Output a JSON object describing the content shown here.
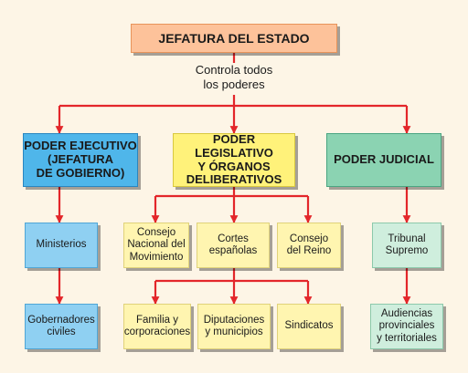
{
  "root": {
    "label": "JEFATURA DEL ESTADO"
  },
  "control_text": "Controla todos\nlos poderes",
  "branches": {
    "executive": {
      "label": "PODER EJECUTIVO\n(JEFATURA\nDE GOBIERNO)"
    },
    "legislative": {
      "label": "PODER LEGISLATIVO\nY ÓRGANOS\nDELIBERATIVOS"
    },
    "judicial": {
      "label": "PODER JUDICIAL"
    }
  },
  "executive_children": {
    "ministerios": "Ministerios",
    "gobernadores": "Gobernadores\nciviles"
  },
  "legislative_children": {
    "consejo_nacional": "Consejo\nNacional del\nMovimiento",
    "cortes": "Cortes\nespañolas",
    "consejo_reino": "Consejo\ndel Reino"
  },
  "cortes_children": {
    "familia": "Familia y\ncorporaciones",
    "diputaciones": "Diputaciones\ny municipios",
    "sindicatos": "Sindicatos"
  },
  "judicial_children": {
    "tribunal": "Tribunal\nSupremo",
    "audiencias": "Audiencias\nprovinciales\ny territoriales"
  },
  "colors": {
    "arrow": "#e3262a",
    "background": "#fdf5e6"
  }
}
